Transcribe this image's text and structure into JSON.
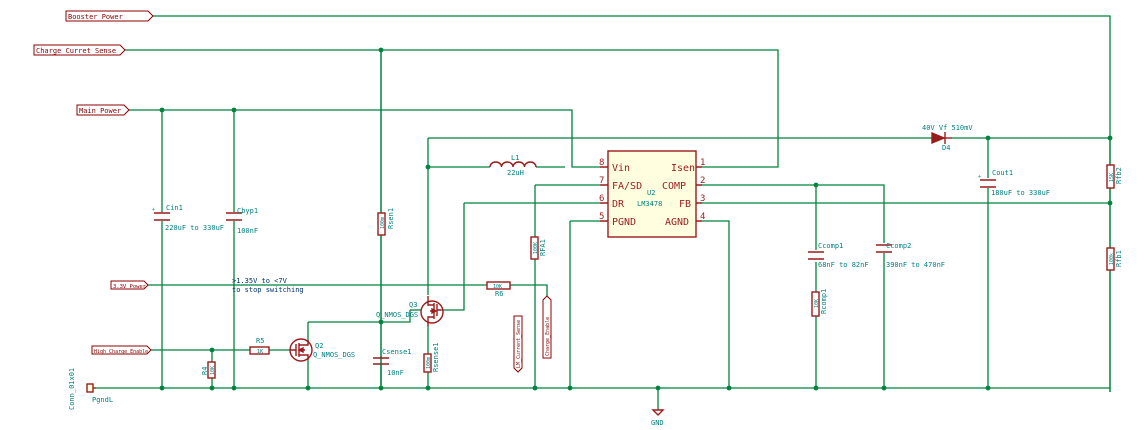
{
  "global_labels": {
    "booster_power": "Booster_Power",
    "charge_sense": "Charge_Curret_Sense",
    "main_power": "Main_Power",
    "v33_power": "3.3V_Power",
    "high_charge_enable": "High_Charge_Enable"
  },
  "ic": {
    "ref": "U2",
    "value": "LM3478",
    "pins": [
      {
        "name": "Vin",
        "num": "8"
      },
      {
        "name": "FA/SD",
        "num": "7"
      },
      {
        "name": "DR",
        "num": "6"
      },
      {
        "name": "PGND",
        "num": "5"
      },
      {
        "name": "Isen",
        "num": "1"
      },
      {
        "name": "COMP",
        "num": "2"
      },
      {
        "name": "FB",
        "num": "3"
      },
      {
        "name": "AGND",
        "num": "4"
      }
    ]
  },
  "components": {
    "cin": {
      "ref": "Cin1",
      "value": "220uF to 330uF"
    },
    "cbyp": {
      "ref": "Cbyp1",
      "value": "100nF"
    },
    "rfa": {
      "ref": "RFA1",
      "value": "100K"
    },
    "l1": {
      "ref": "L1",
      "value": "22uH"
    },
    "rsen": {
      "ref": "Rsen1",
      "value": "100m"
    },
    "rfb2": {
      "ref": "Rfb2",
      "value": "15K"
    },
    "rfb1": {
      "ref": "Rfb1",
      "value": "100k"
    },
    "ccomp1": {
      "ref": "Ccomp1",
      "value": "68nF to 82nF"
    },
    "ccomp2": {
      "ref": "Ccomp2",
      "value": "390nF to 470nF"
    },
    "rcomp": {
      "ref": "Rcomp1",
      "value": "10K"
    },
    "cout": {
      "ref": "Cout1",
      "value": "180uF to 330uF"
    },
    "d4": {
      "ref": "D4",
      "value": "40V Vf 510mV"
    },
    "r6": {
      "ref": "R6",
      "value": "10K"
    },
    "r5": {
      "ref": "R5",
      "value": "1K"
    },
    "r4": {
      "ref": "R4",
      "value": "10K"
    },
    "rsense": {
      "ref": "Rsense1",
      "value": "100m"
    },
    "csense": {
      "ref": "Csense1",
      "value": "10nF"
    },
    "q2": {
      "ref": "Q2",
      "value": "Q_NMOS_DGS"
    },
    "q3": {
      "ref": "Q3",
      "value": "Q_NMOS_DGS"
    },
    "conn": {
      "ref": "Conn_01x01",
      "value": "PgndL"
    },
    "gnd": {
      "label": "GND"
    }
  },
  "hier_labels": {
    "lm_current_sense": "LM_Current_Sense",
    "charge_enable": "Charge_Enable"
  },
  "note": {
    "line1": ">1.35V to <7V",
    "line2": "to stop switching"
  },
  "colors": {
    "wire": "#00843d",
    "component": "#9a1b1b",
    "reference": "#008080",
    "label": "#8b0000",
    "ic_fill": "#ffffe0"
  }
}
